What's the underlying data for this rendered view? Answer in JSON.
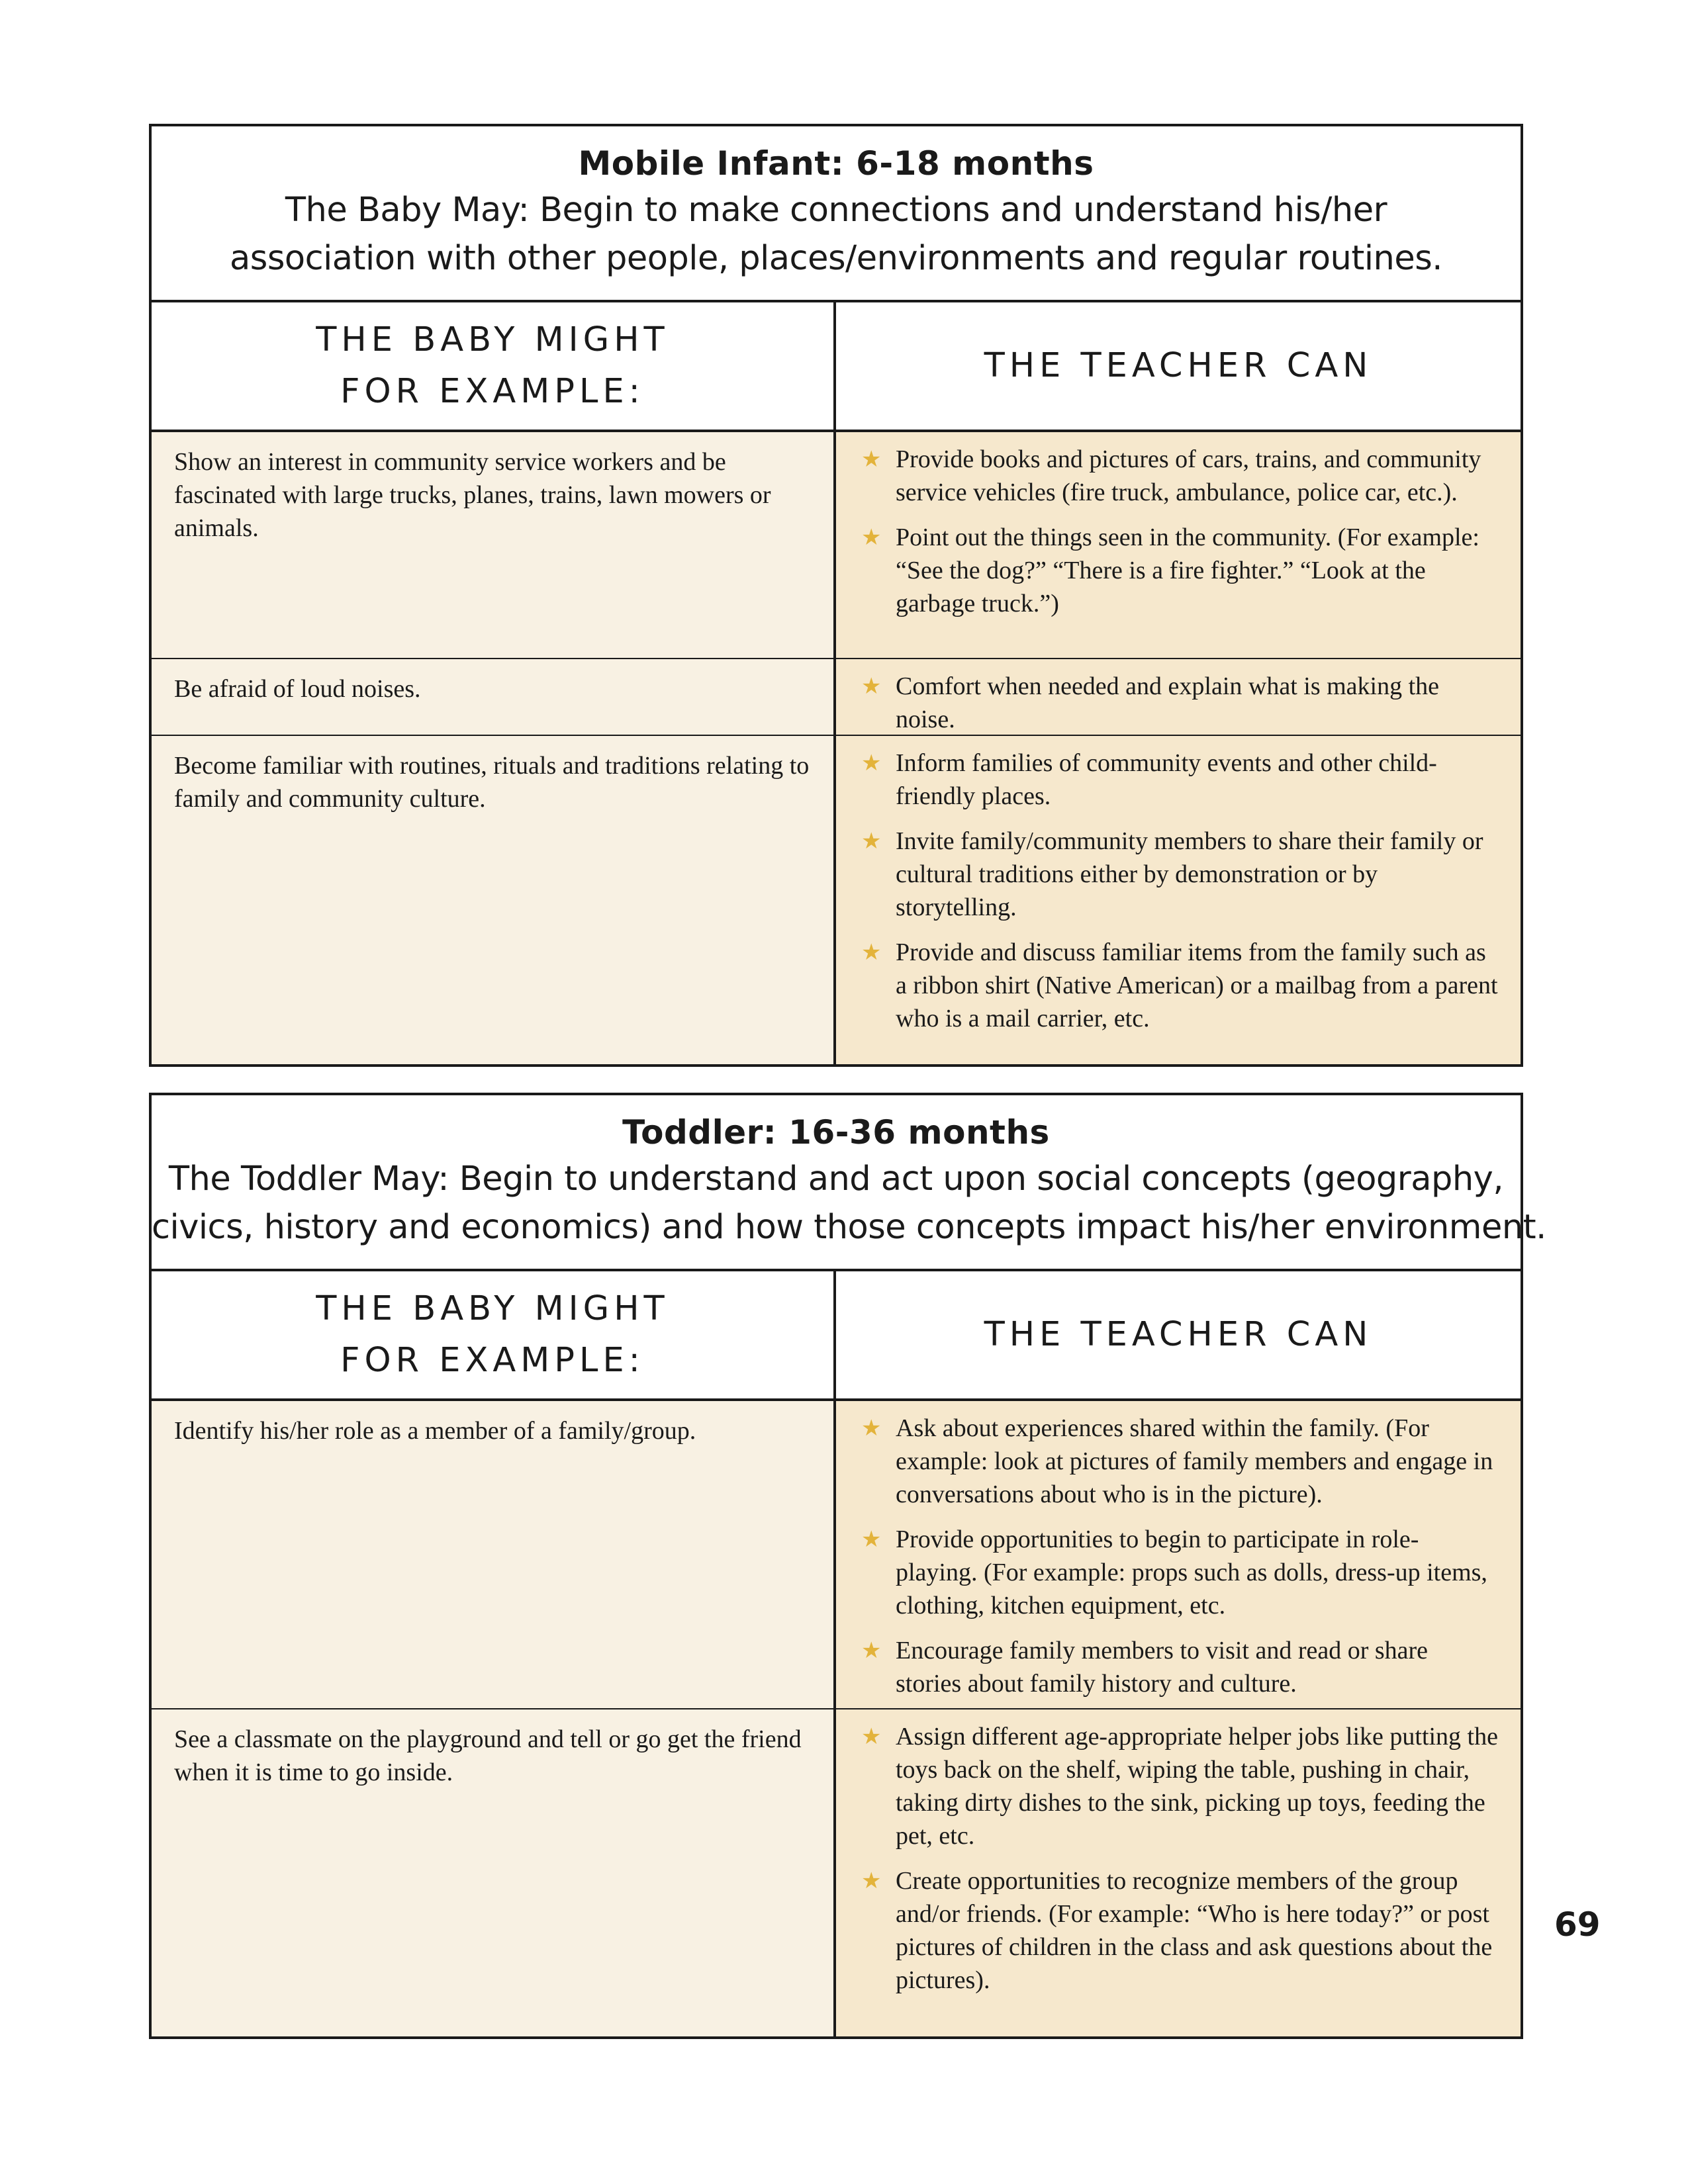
{
  "sections": [
    {
      "title": "Mobile Infant: 6-18 months",
      "description_lines": [
        "The Baby May: Begin to make connections and understand his/her",
        "association with other people, places/environments and regular routines."
      ],
      "col_left_lines": [
        "THE BABY MIGHT",
        "FOR EXAMPLE:"
      ],
      "col_right": "THE TEACHER CAN",
      "rows": [
        {
          "left": "Show an interest in community service workers and be fascinated with large trucks, planes, trains, lawn mowers or animals.",
          "right": [
            "Provide books and pictures of cars, trains, and community service vehicles (fire truck, ambulance, police car, etc.).",
            "Point out the things seen in the community. (For example: “See the dog?” “There is a fire fighter.” “Look at the garbage truck.”)"
          ]
        },
        {
          "left": "Be afraid of loud noises.",
          "right": [
            "Comfort when needed and explain what is making the noise."
          ]
        },
        {
          "left": "Become familiar with routines, rituals and traditions relating to family and community culture.",
          "right": [
            "Inform families of community events and other child-friendly places.",
            "Invite family/community members to share their family or cultural traditions either by demonstration or by storytelling.",
            "Provide and discuss familiar items from the family such as a ribbon shirt (Native American) or a mailbag from a parent who is a mail carrier, etc."
          ]
        }
      ]
    },
    {
      "title": "Toddler: 16-36 months",
      "description_lines": [
        "The Toddler May: Begin to understand and act upon social concepts (geography,",
        "civics, history and economics) and how those concepts impact his/her environment."
      ],
      "col_left_lines": [
        "THE BABY MIGHT",
        "FOR EXAMPLE:"
      ],
      "col_right": "THE TEACHER CAN",
      "rows": [
        {
          "left": "Identify his/her role as a member of a family/group.",
          "right": [
            "Ask about experiences shared within the family. (For example: look at pictures of family members and engage in conversations about who is in the picture).",
            "Provide opportunities to begin to participate in role-playing. (For example: props such as dolls, dress-up items, clothing, kitchen equipment, etc.",
            "Encourage family members to visit and read or share stories about family history and culture."
          ]
        },
        {
          "left": "See a classmate on the playground and tell or go get the friend when it is time to go inside.",
          "right": [
            "Assign different age-appropriate helper jobs like putting the toys back on the shelf, wiping the table, pushing in chair, taking dirty dishes to the sink, picking up toys, feeding the pet, etc.",
            "Create opportunities to recognize members of the group and/or friends. (For example: “Who is here today?” or post pictures of children in the class and ask questions about the pictures)."
          ]
        }
      ]
    }
  ],
  "bullet_icon": "star-icon",
  "colors": {
    "left_cell_bg": "#f8f1e3",
    "right_cell_bg": "#f6e8cd",
    "star": "#e3b33b",
    "border": "#1a1a1a"
  },
  "page_number": "69"
}
